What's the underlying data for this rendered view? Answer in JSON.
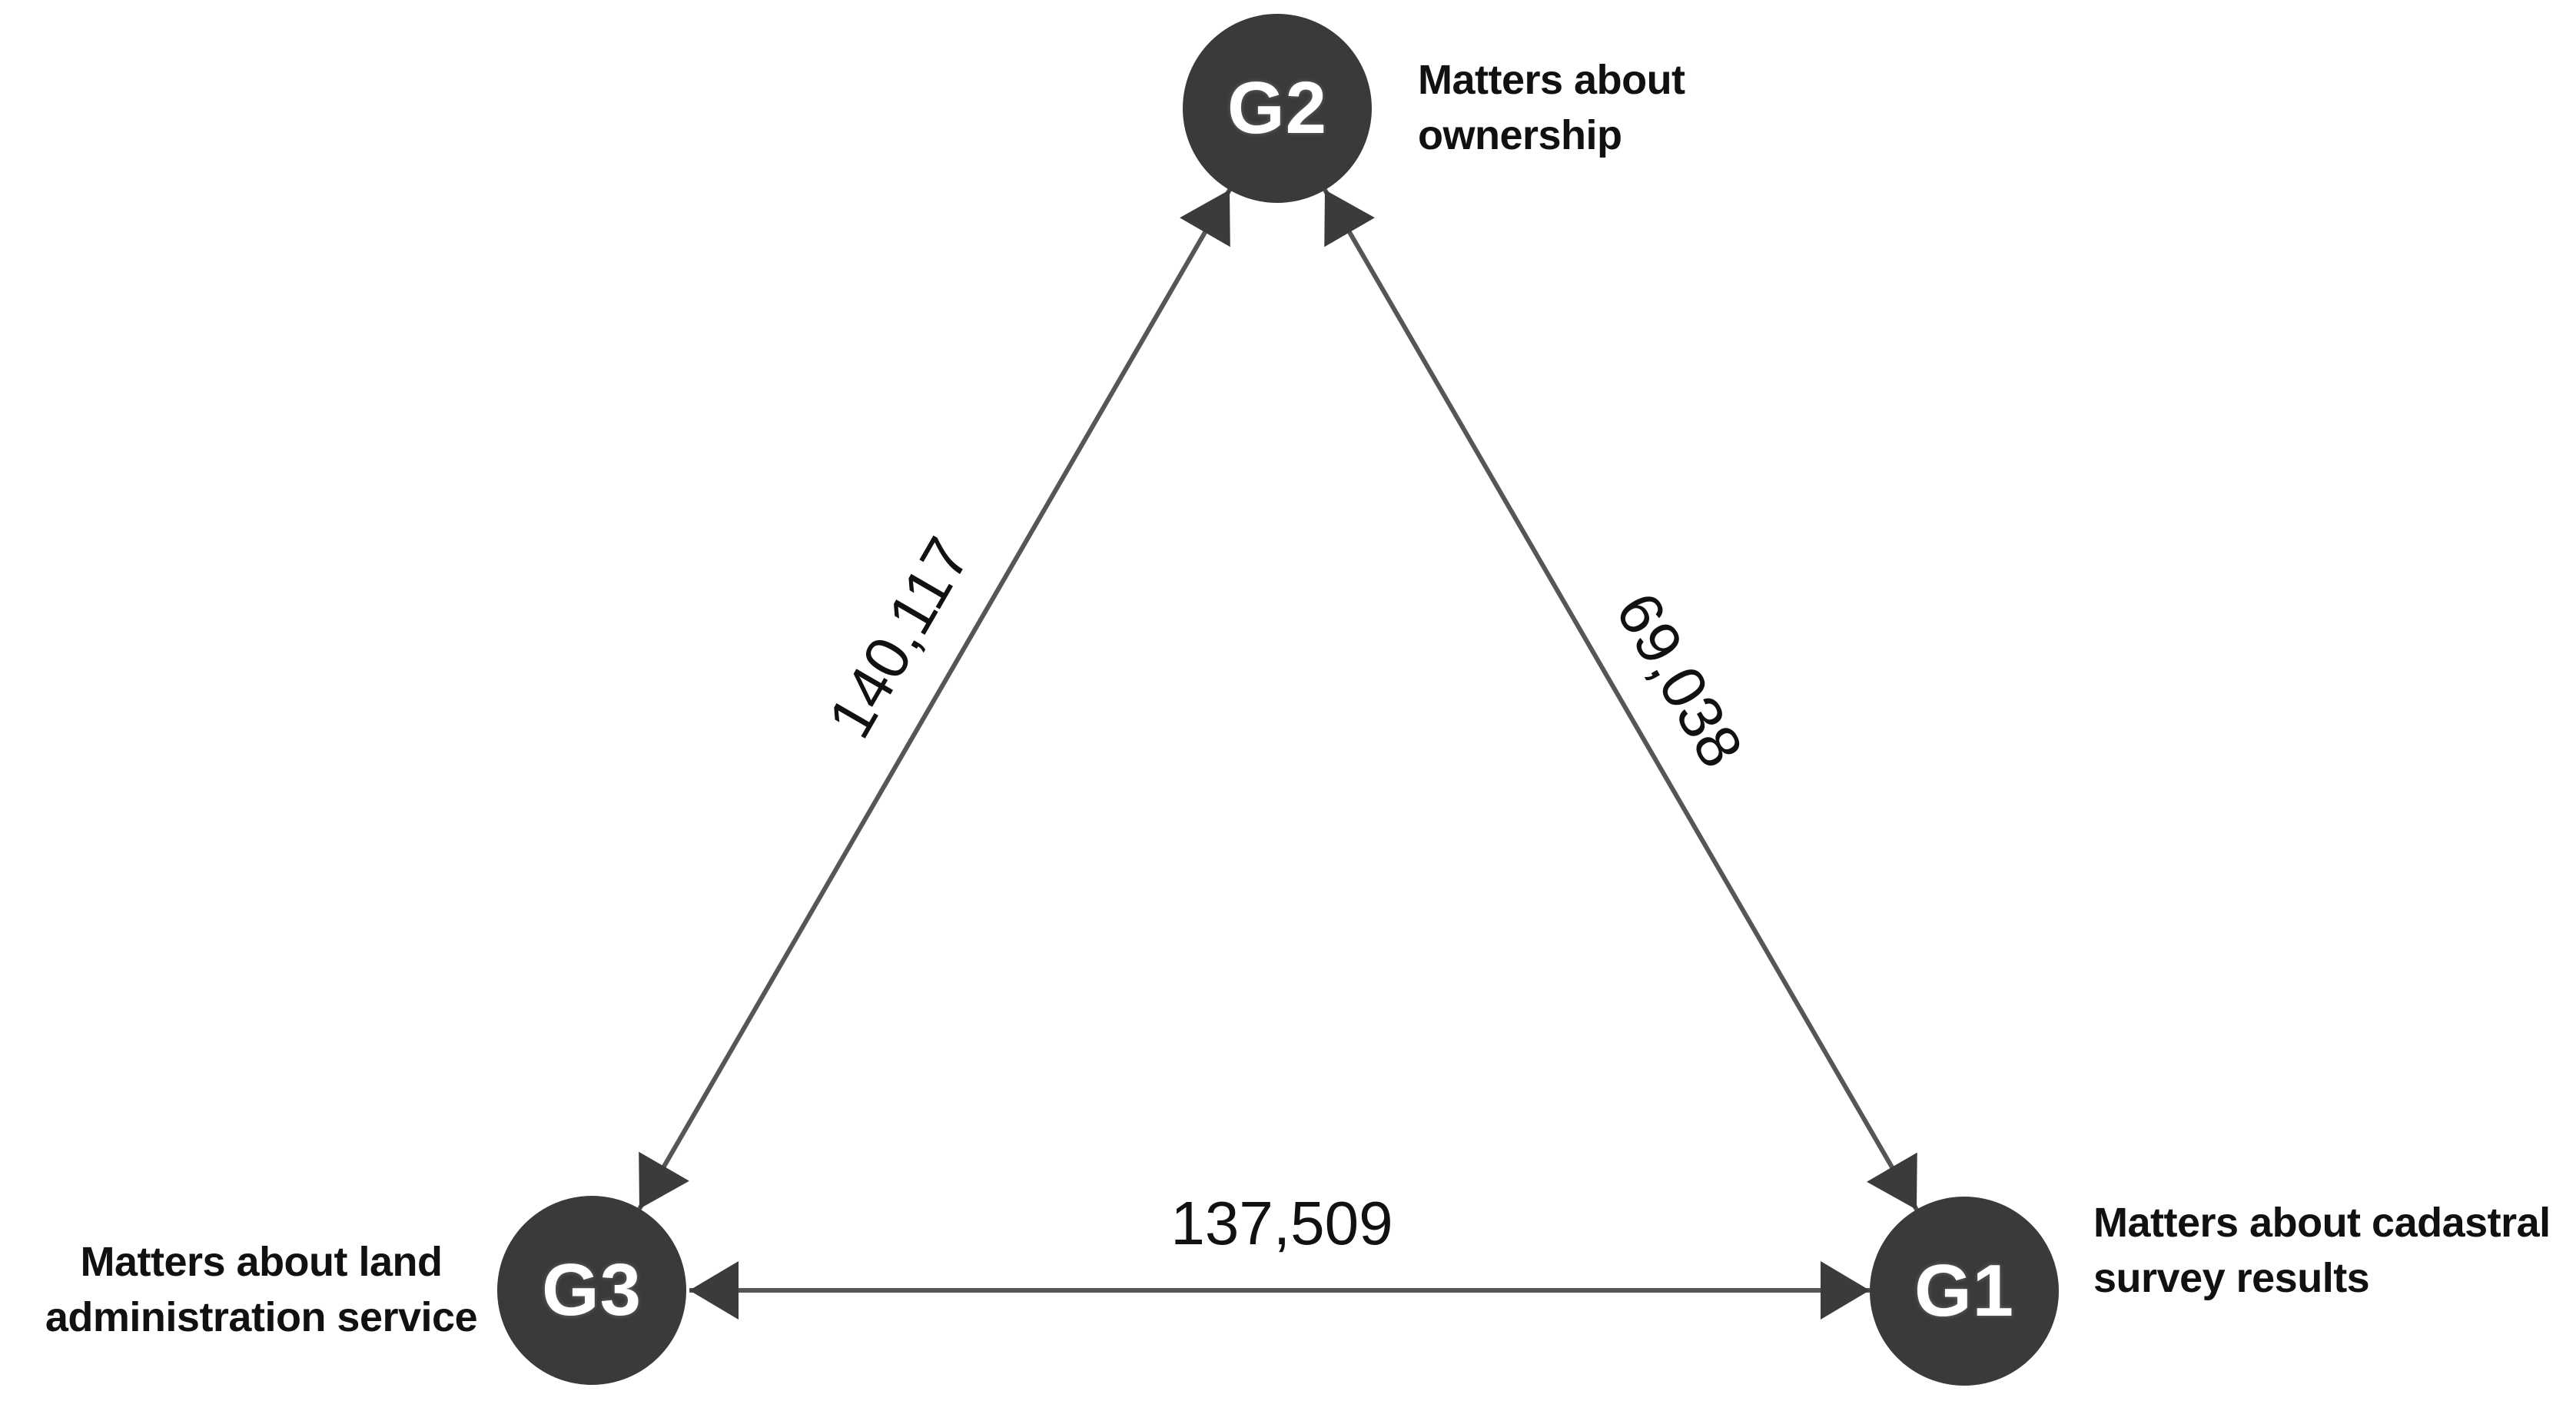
{
  "figure": {
    "type": "graph-diagram",
    "description": "Triangle diagram of three node groups connected by bidirectional weighted edges",
    "background": "#ffffff",
    "colors": {
      "node_fill": "#3a3a3c",
      "node_text": "#ffffff",
      "edge_line": "#565656",
      "arrowhead": "#3b3b3d",
      "label_text": "#111111"
    },
    "nodes": {
      "g2": {
        "label": "G2",
        "desc_line1": "Matters about",
        "desc_line2": "ownership"
      },
      "g3": {
        "label": "G3",
        "desc_line1": "Matters about land",
        "desc_line2": "administration service"
      },
      "g1": {
        "label": "G1",
        "desc_line1": "Matters about cadastral",
        "desc_line2": "survey results"
      }
    },
    "edges": {
      "g3_g2": {
        "from": "G3",
        "to": "G2",
        "label": "140,117",
        "bidirectional": true
      },
      "g2_g1": {
        "from": "G2",
        "to": "G1",
        "label": "69,038",
        "bidirectional": true
      },
      "g3_g1": {
        "from": "G3",
        "to": "G1",
        "label": "137,509",
        "bidirectional": true
      }
    }
  }
}
